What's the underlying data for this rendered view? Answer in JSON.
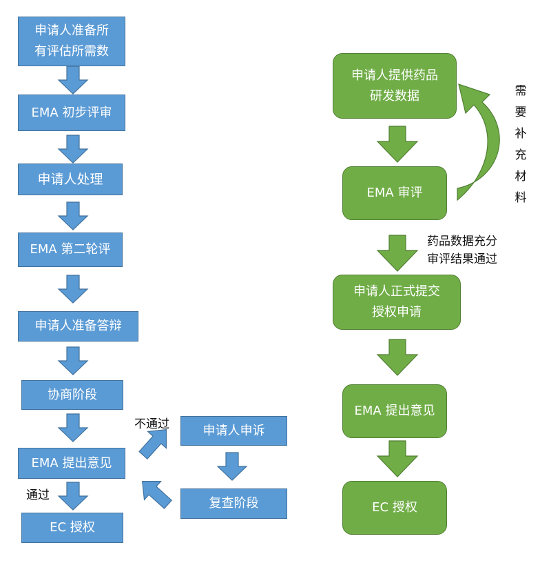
{
  "left_flow": {
    "prepare_materials": "申请人准备所\n有评估所需数",
    "ema_initial_review": "EMA 初步评审",
    "applicant_process": "申请人处理",
    "ema_second_round": "EMA 第二轮评",
    "prepare_defense": "申请人准备答辩",
    "consultation_stage": "协商阶段",
    "ema_opinion": "EMA 提出意见",
    "ec_authorization": "EC 授权",
    "appeal": "申请人申诉",
    "review_stage": "复查阶段",
    "label_fail": "不通过",
    "label_pass": "通过"
  },
  "right_flow": {
    "provide_data": "申请人提供药品\n研发数据",
    "ema_review": "EMA 审评",
    "formal_submit": "申请人正式提交\n授权申请",
    "ema_opinion": "EMA 提出意见",
    "ec_authorization": "EC 授权",
    "label_pass": "药品数据充分\n审评结果通过",
    "label_supplement": [
      "需",
      "要",
      "补",
      "充",
      "材",
      "料"
    ]
  },
  "colors": {
    "blue_fill": "#5b9bd5",
    "blue_border": "#41719c",
    "green_fill": "#70ad47",
    "green_border": "#507e32"
  }
}
